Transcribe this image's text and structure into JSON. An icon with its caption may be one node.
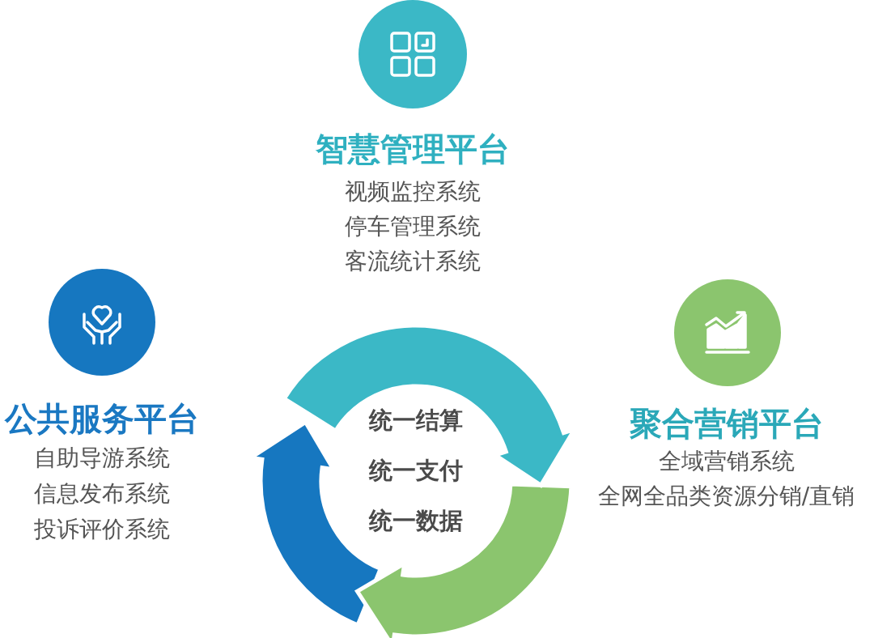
{
  "diagram": {
    "nodes": [
      {
        "text": [
          "智慧管理平台",
          "视频监控系统",
          "停车管理系统",
          "客流统计系统"
        ]
      },
      {
        "text": [
          "公共服务平台",
          "自助导游系统",
          "信息发布系统",
          "投诉评价系统"
        ]
      },
      {
        "text": [
          "聚合营销平台",
          "全域营销系统",
          "全网全品类资源分销/直销"
        ]
      },
      {
        "text": [
          "统一结算",
          "统一支付",
          "统一数据"
        ]
      }
    ]
  }
}
